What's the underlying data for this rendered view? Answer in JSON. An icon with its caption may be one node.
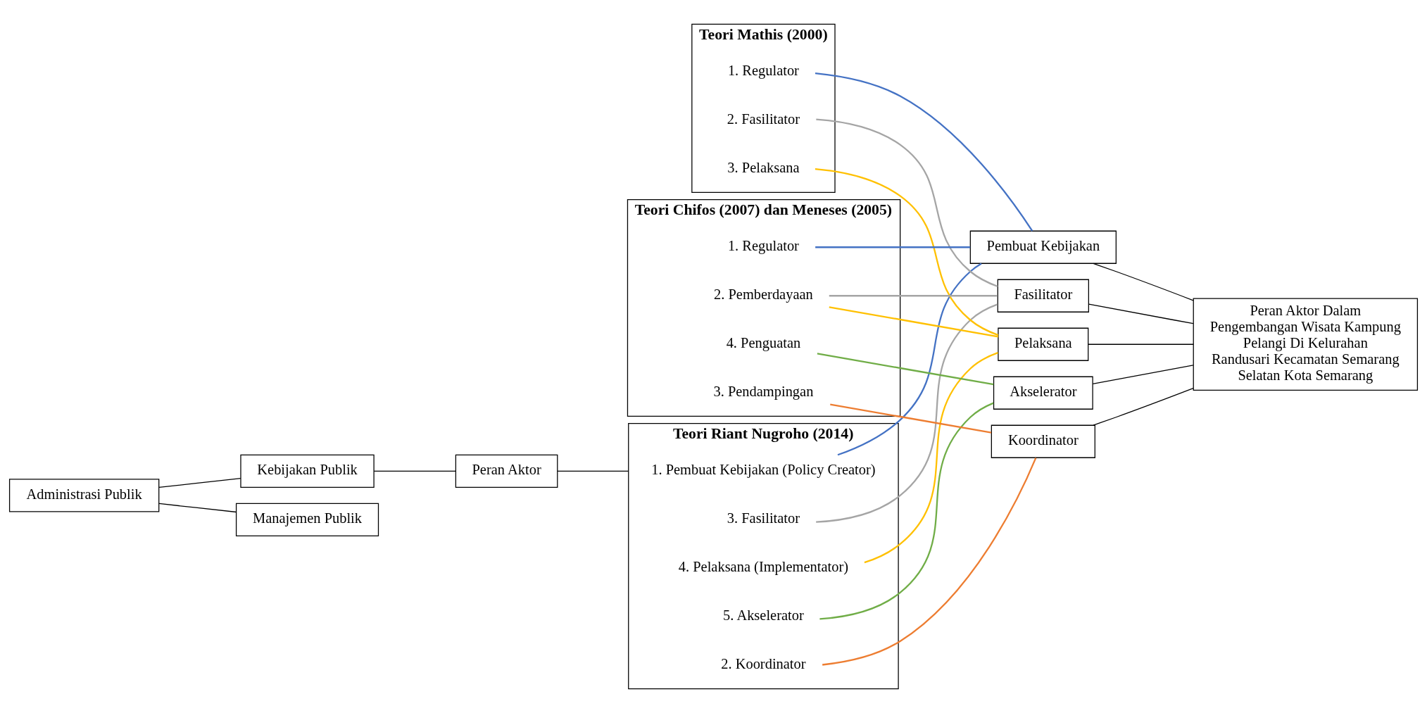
{
  "diagram": {
    "nodes": [
      {
        "text": [
          "Administrasi Publik"
        ]
      },
      {
        "text": [
          "Kebijakan Publik"
        ]
      },
      {
        "text": [
          "Manajemen Publik"
        ]
      },
      {
        "text": [
          "Peran Aktor"
        ]
      },
      {
        "text": [
          "Teori Riant Nugroho (2014)"
        ]
      },
      {
        "text": [
          "1. Pembuat Kebijakan (Policy Creator)"
        ],
        "in": 4
      },
      {
        "text": [
          "2. Koordinator"
        ],
        "in": 4
      },
      {
        "text": [
          "3. Fasilitator"
        ],
        "in": 4
      },
      {
        "text": [
          "4. Pelaksana (Implementator)"
        ],
        "in": 4
      },
      {
        "text": [
          "5. Akselerator"
        ],
        "in": 4
      },
      {
        "text": [
          "Teori Mathis (2000)"
        ]
      },
      {
        "text": [
          "1. Regulator"
        ],
        "in": 10
      },
      {
        "text": [
          "2. Fasilitator"
        ],
        "in": 10
      },
      {
        "text": [
          "3. Pelaksana"
        ],
        "in": 10
      },
      {
        "text": [
          "Teori Chifos (2007) dan Meneses (2005)"
        ]
      },
      {
        "text": [
          "1. Regulator"
        ],
        "in": 14
      },
      {
        "text": [
          "2. Pemberdayaan"
        ],
        "in": 14
      },
      {
        "text": [
          "3. Pendampingan"
        ],
        "in": 14
      },
      {
        "text": [
          "4. Penguatan"
        ],
        "in": 14
      },
      {
        "text": [
          "Pembuat Kebijakan"
        ]
      },
      {
        "text": [
          "Koordinator"
        ]
      },
      {
        "text": [
          "Fasilitator"
        ]
      },
      {
        "text": [
          "Pelaksana"
        ]
      },
      {
        "text": [
          "Akselerator"
        ]
      },
      {
        "text": [
          "Peran Aktor Dalam Pengembangan Wisata Kampung Pelangi Di Kelurahan Randusari Kecamatan Semarang Selatan Kota Semarang"
        ]
      }
    ],
    "edges": [
      {
        "from": 0,
        "to": 1,
        "arrow": "none",
        "color": "#000000"
      },
      {
        "from": 0,
        "to": 2,
        "arrow": "none",
        "color": "#000000"
      },
      {
        "from": 1,
        "to": 3,
        "arrow": "none",
        "color": "#000000"
      },
      {
        "from": 3,
        "to": 4,
        "arrow": "none",
        "color": "#000000"
      },
      {
        "from": 5,
        "to": 19,
        "arrow": "none",
        "color": "#4472c4"
      },
      {
        "from": 6,
        "to": 20,
        "arrow": "none",
        "color": "#ed7d31"
      },
      {
        "from": 7,
        "to": 21,
        "arrow": "none",
        "color": "#a5a5a5"
      },
      {
        "from": 8,
        "to": 22,
        "arrow": "none",
        "color": "#ffc000"
      },
      {
        "from": 9,
        "to": 23,
        "arrow": "none",
        "color": "#70ad47"
      },
      {
        "from": 11,
        "to": 19,
        "arrow": "none",
        "color": "#4472c4"
      },
      {
        "from": 12,
        "to": 21,
        "arrow": "none",
        "color": "#a5a5a5"
      },
      {
        "from": 13,
        "to": 22,
        "arrow": "none",
        "color": "#ffc000"
      },
      {
        "from": 15,
        "to": 19,
        "arrow": "none",
        "color": "#4472c4"
      },
      {
        "from": 16,
        "to": 22,
        "arrow": "none",
        "color": "#ffc000"
      },
      {
        "from": 16,
        "to": 21,
        "arrow": "none",
        "color": "#a5a5a5"
      },
      {
        "from": 17,
        "to": 20,
        "arrow": "none",
        "color": "#ed7d31"
      },
      {
        "from": 18,
        "to": 23,
        "arrow": "none",
        "color": "#70ad47"
      },
      {
        "from": 19,
        "to": 24,
        "arrow": "none",
        "color": "#000000"
      },
      {
        "from": 20,
        "to": 24,
        "arrow": "none",
        "color": "#000000"
      },
      {
        "from": 21,
        "to": 24,
        "arrow": "none",
        "color": "#000000"
      },
      {
        "from": 22,
        "to": 24,
        "arrow": "none",
        "color": "#000000"
      },
      {
        "from": 23,
        "to": 24,
        "arrow": "none",
        "color": "#000000"
      }
    ]
  }
}
